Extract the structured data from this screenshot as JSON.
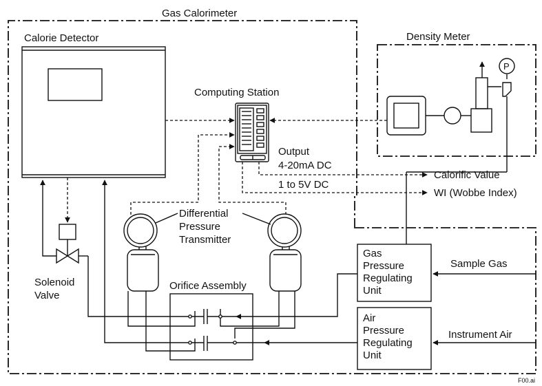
{
  "labels": {
    "gas_calorimeter": "Gas Calorimeter",
    "calorie_detector": "Calorie Detector",
    "computing_station": "Computing Station",
    "density_meter": "Density Meter",
    "pressure_symbol": "P",
    "output": "Output",
    "output_range_1": "4-20mA DC",
    "output_range_2": "1 to 5V DC",
    "calorific_value": "Calorific Value",
    "wobbe_index": "WI (Wobbe Index)",
    "dp_transmitter_line1": "Differential",
    "dp_transmitter_line2": "Pressure",
    "dp_transmitter_line3": "Transmitter",
    "solenoid_line1": "Solenoid",
    "solenoid_line2": "Valve",
    "orifice_assembly": "Orifice Assembly",
    "gas_pru_line1": "Gas",
    "gas_pru_line2": "Pressure",
    "gas_pru_line3": "Regulating",
    "gas_pru_line4": "Unit",
    "air_pru_line1": "Air",
    "air_pru_line2": "Pressure",
    "air_pru_line3": "Regulating",
    "air_pru_line4": "Unit",
    "sample_gas": "Sample Gas",
    "instrument_air": "Instrument Air",
    "figure_id": "F00.ai"
  }
}
